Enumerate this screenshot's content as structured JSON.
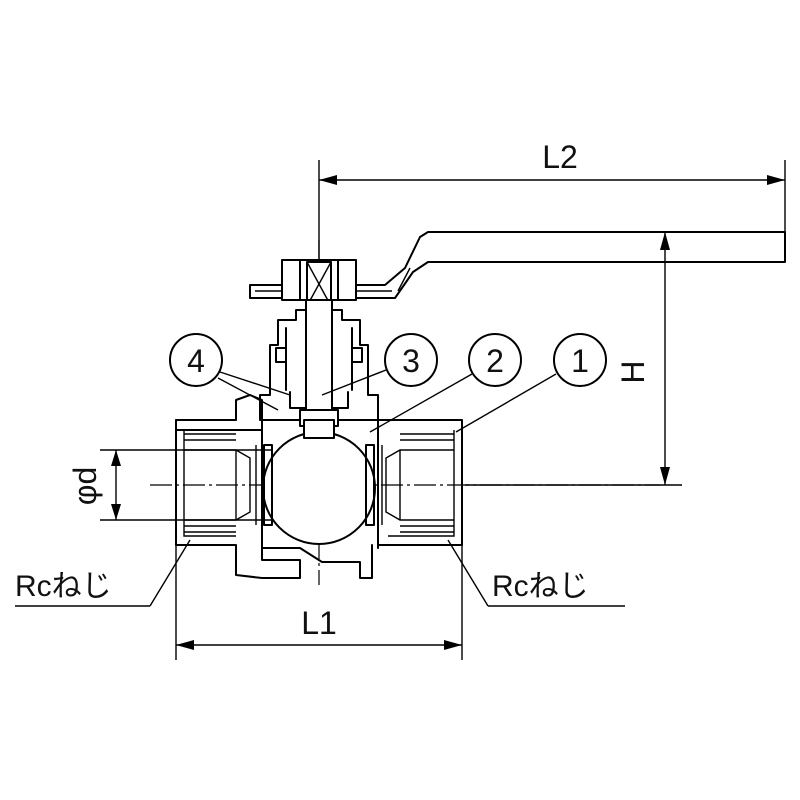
{
  "dimensions": {
    "l1": "L1",
    "l2": "L2",
    "h": "H",
    "phi_d": "φd"
  },
  "thread_labels": {
    "left": "Rcねじ",
    "right": "Rcねじ"
  },
  "part_numbers": [
    "1",
    "2",
    "3",
    "4"
  ],
  "colors": {
    "line": "#000000",
    "background": "#ffffff"
  }
}
